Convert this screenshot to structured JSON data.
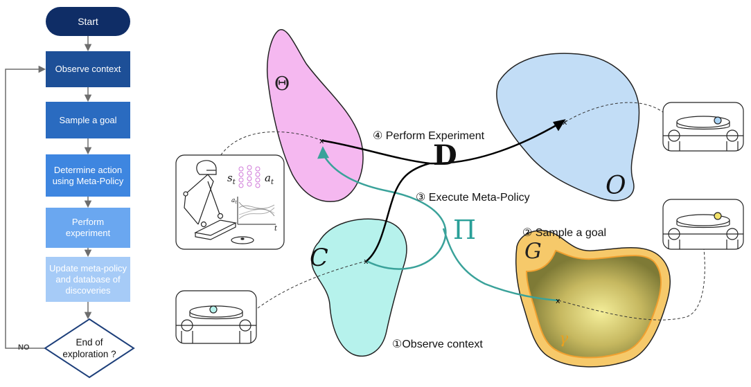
{
  "flowchart": {
    "start": "Start",
    "observe_context": "Observe context",
    "sample_goal": "Sample a goal",
    "determine_action_line1": "Determine action",
    "determine_action_line2": "using Meta-Policy",
    "perform_experiment_line1": "Perform",
    "perform_experiment_line2": "experiment",
    "update_line1": "Update meta-policy",
    "update_line2": "and database of",
    "update_line3": "discoveries",
    "end_line1": "End of",
    "end_line2": "exploration ?",
    "no_label": "NO"
  },
  "diagram": {
    "step_perform": "④ Perform Experiment",
    "step_execute": "③ Execute Meta-Policy",
    "step_sample": "② Sample a goal",
    "step_observe": "①Observe context",
    "symbol_theta": "Θ",
    "symbol_d": "D",
    "symbol_o": "O",
    "symbol_pi": "Π",
    "symbol_c": "C",
    "symbol_g": "G",
    "symbol_gamma": "γ",
    "policy_input": "s",
    "policy_input_sub": "t",
    "policy_output": "a",
    "policy_output_sub": "t",
    "plot_y_label": "a",
    "plot_y_sub": "t",
    "plot_x_label": "t",
    "point_marker": "x"
  },
  "colors": {
    "theta_region": "#f5b8f0",
    "outcome_region": "#c2ddf6",
    "context_region": "#b6f2ec",
    "goal_region_outer": "#f6c96a",
    "goal_region_inner": "#8f8a3e",
    "meta_policy_arrow": "#3aa29a",
    "experiment_arrow": "#000000"
  }
}
